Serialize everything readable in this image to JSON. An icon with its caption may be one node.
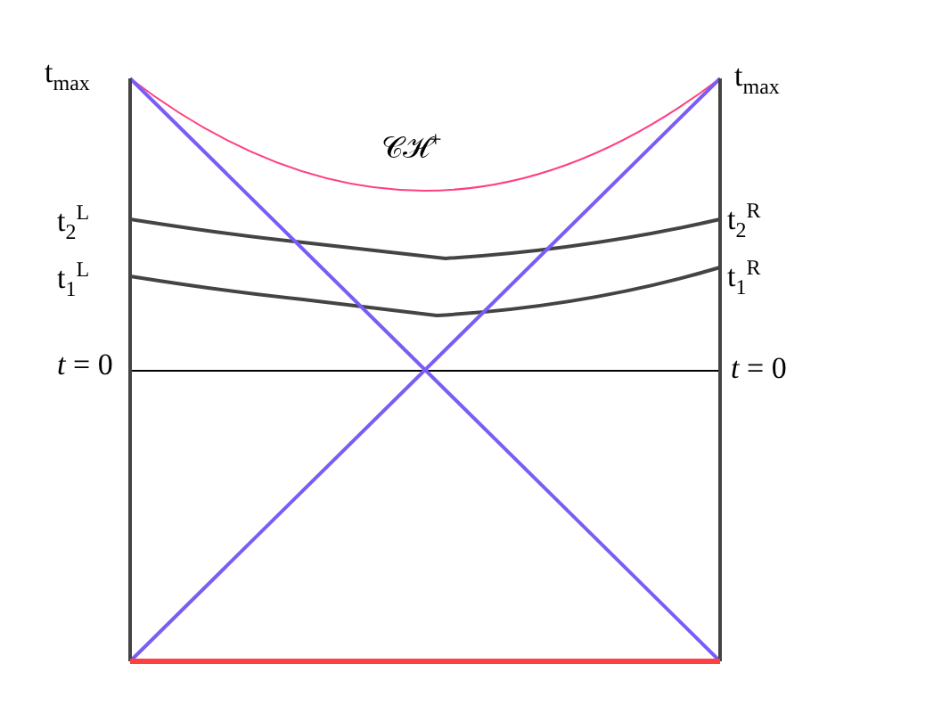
{
  "diagram": {
    "labels": [
      "t$_{max}$",
      "t$_{max}$",
      "𝒞ℋ$^{+}$",
      "t$_{2}$$^{L}$",
      "t$_{2}$$^{R}$",
      "t$_{1}$$^{L}$",
      "t$_{1}$$^{R}$",
      "*t* = 0",
      "*t* = 0"
    ]
  }
}
